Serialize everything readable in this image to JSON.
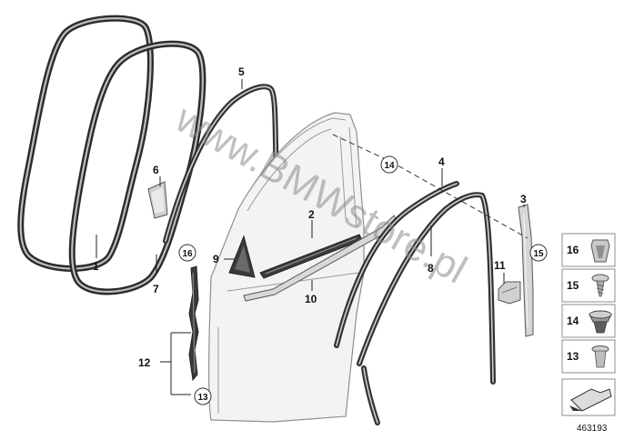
{
  "watermark": {
    "text": "www.BMWstore.pl"
  },
  "callouts": {
    "c1": "1",
    "c2": "2",
    "c3": "3",
    "c4": "4",
    "c5": "5",
    "c6": "6",
    "c7": "7",
    "c8": "8",
    "c9": "9",
    "c10": "10",
    "c11": "11",
    "c12": "12",
    "c13": "13",
    "c14": "14",
    "c15": "15",
    "c16": "16"
  },
  "legend": {
    "items": [
      {
        "number": "16",
        "icon": "clip-icon"
      },
      {
        "number": "15",
        "icon": "screw-icon"
      },
      {
        "number": "14",
        "icon": "expanding-nut-icon"
      },
      {
        "number": "13",
        "icon": "rivet-nut-icon"
      }
    ],
    "arrow_icon": "arrow-icon"
  },
  "reference_number": "463193",
  "colors": {
    "line": "#2b2b2b",
    "part_fill": "#e6e6e6",
    "panel_border": "#8c8c8c"
  }
}
